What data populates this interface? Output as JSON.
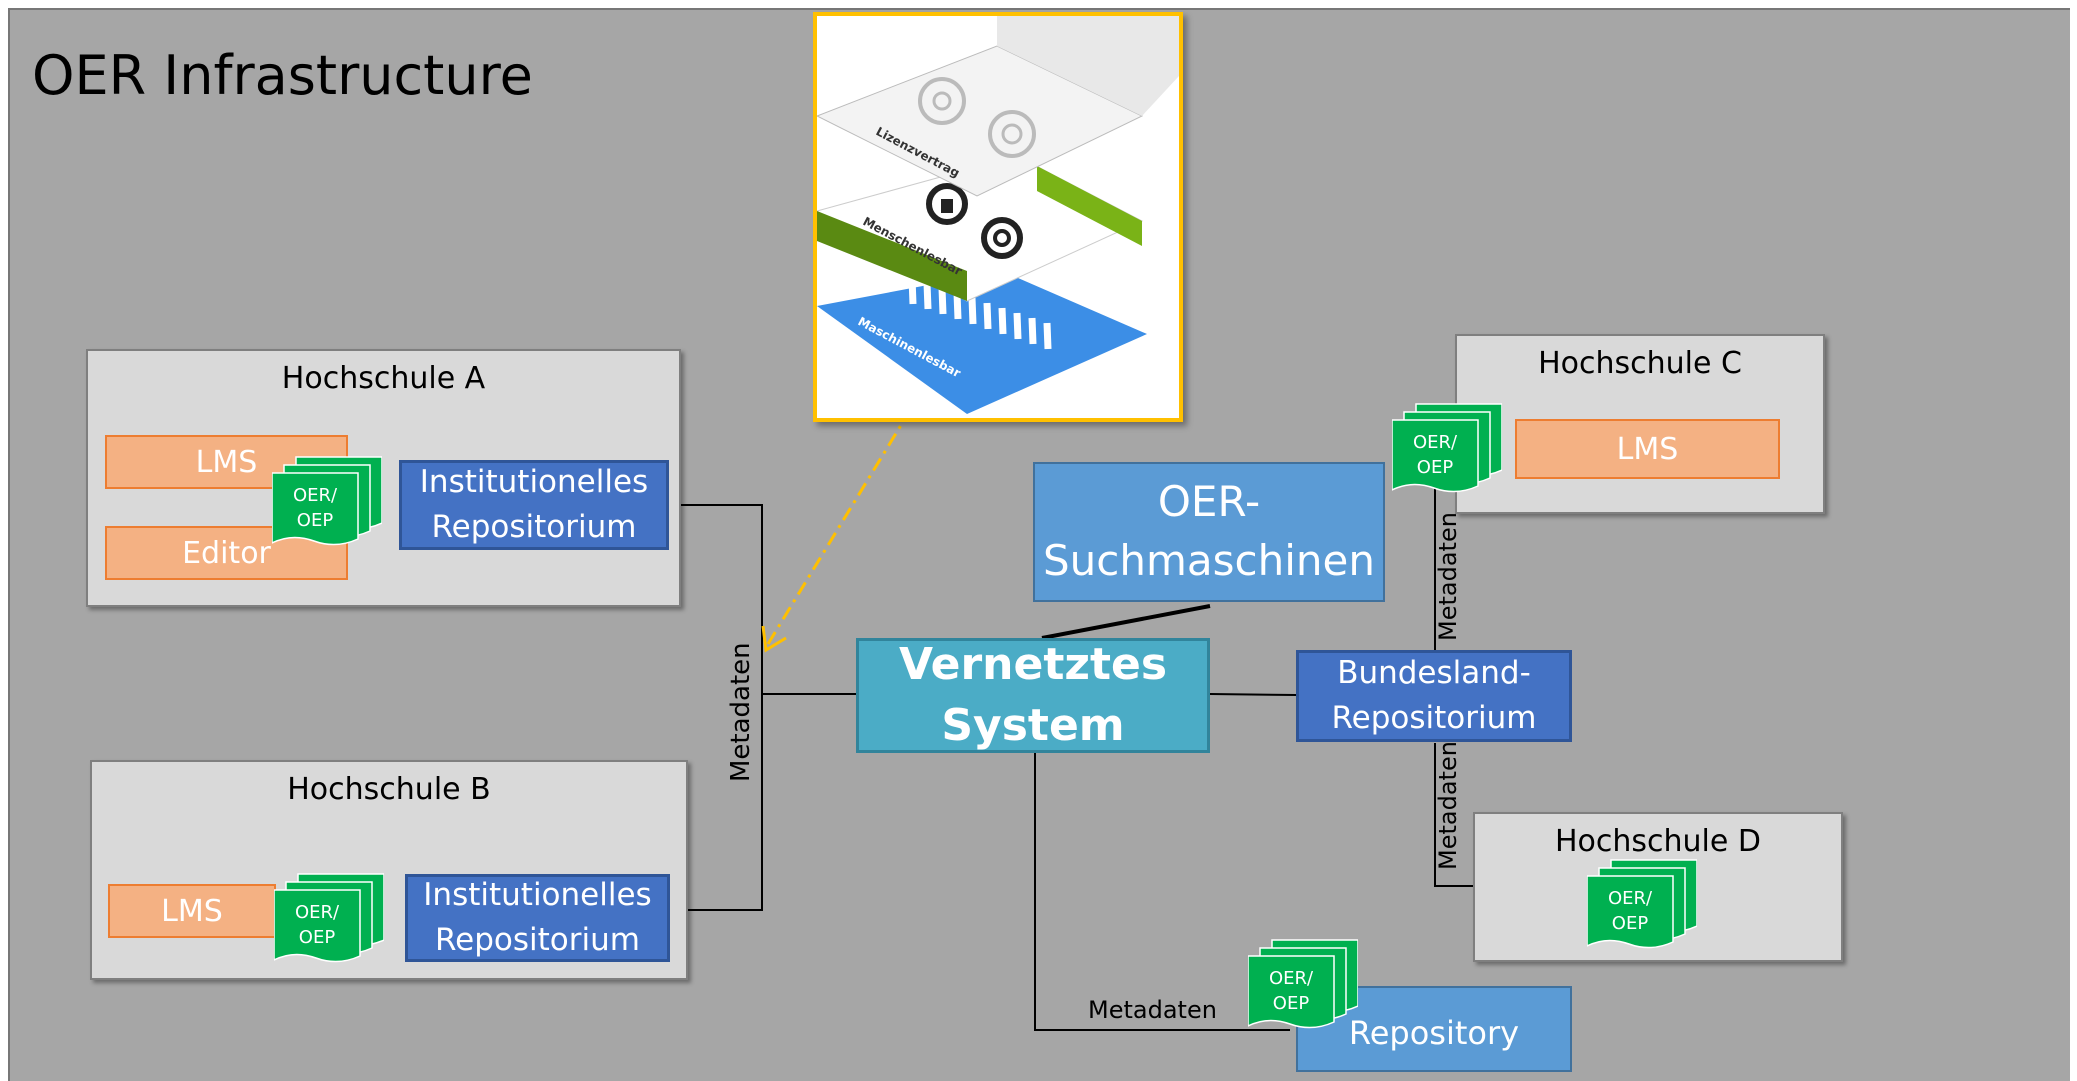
{
  "title": "OER Infrastructure",
  "colors": {
    "background": "#a6a6a6",
    "school_box": "#d9d9d9",
    "orange_box": "#f4b183",
    "dark_blue_box": "#4472c4",
    "light_blue_box": "#5b9bd5",
    "teal_box": "#4bacc6",
    "oer_doc_green": "#00b050",
    "highlight_border": "#ffc000"
  },
  "oer_doc_label": [
    "OER/",
    "OEP"
  ],
  "hochschule_a": {
    "label": "Hochschule A",
    "lms": "LMS",
    "editor": "Editor",
    "repo": [
      "Institutionelles",
      "Repositorium"
    ]
  },
  "hochschule_b": {
    "label": "Hochschule B",
    "lms": "LMS",
    "repo": [
      "Institutionelles",
      "Repositorium"
    ]
  },
  "hochschule_c": {
    "label": "Hochschule C",
    "lms": "LMS"
  },
  "hochschule_d": {
    "label": "Hochschule D"
  },
  "search_engines": [
    "OER-",
    "Suchmaschinen"
  ],
  "network_system": [
    "Vernetztes",
    "System"
  ],
  "state_repo": [
    "Bundesland-",
    "Repositorium"
  ],
  "repository": "Repository",
  "metadata_labels": {
    "main": "Metadaten",
    "hochschule_c": "Metadaten",
    "hochschule_d": "Metadaten",
    "repository": "Metadaten"
  },
  "license_layers": {
    "top": "Lizenzvertrag",
    "middle": "Menschenlesbar",
    "bottom": "Maschinenlesbar"
  }
}
